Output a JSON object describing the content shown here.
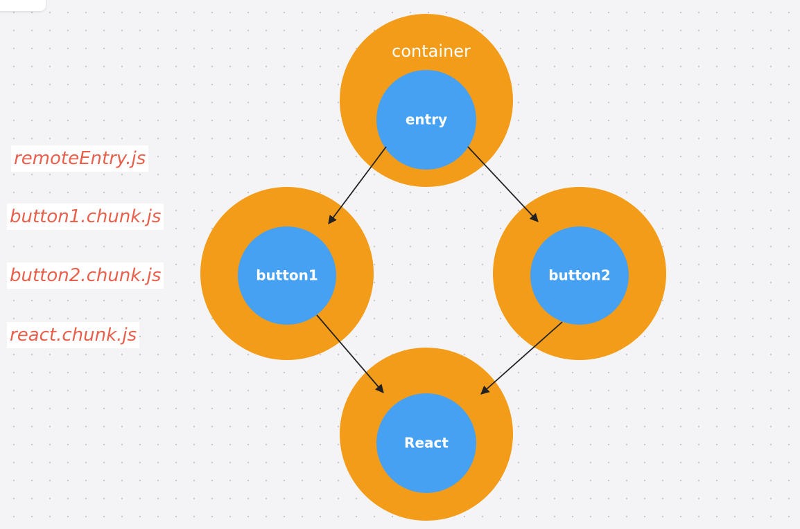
{
  "colors": {
    "outer_circle": "#f39c1a",
    "inner_circle": "#47a1f2",
    "node_text": "#ffffff",
    "arrow": "#222222",
    "file_label_text": "#e8604c"
  },
  "files": [
    {
      "label": "remoteEntry.js"
    },
    {
      "label": "button1.chunk.js"
    },
    {
      "label": "button2.chunk.js"
    },
    {
      "label": "react.chunk.js"
    }
  ],
  "diagram": {
    "container_label": "container",
    "nodes": {
      "entry": {
        "label": "entry"
      },
      "button1": {
        "label": "button1"
      },
      "button2": {
        "label": "button2"
      },
      "react": {
        "label": "React"
      }
    },
    "edges": [
      {
        "from": "entry",
        "to": "button1"
      },
      {
        "from": "entry",
        "to": "button2"
      },
      {
        "from": "button1",
        "to": "react"
      },
      {
        "from": "button2",
        "to": "react"
      }
    ]
  }
}
